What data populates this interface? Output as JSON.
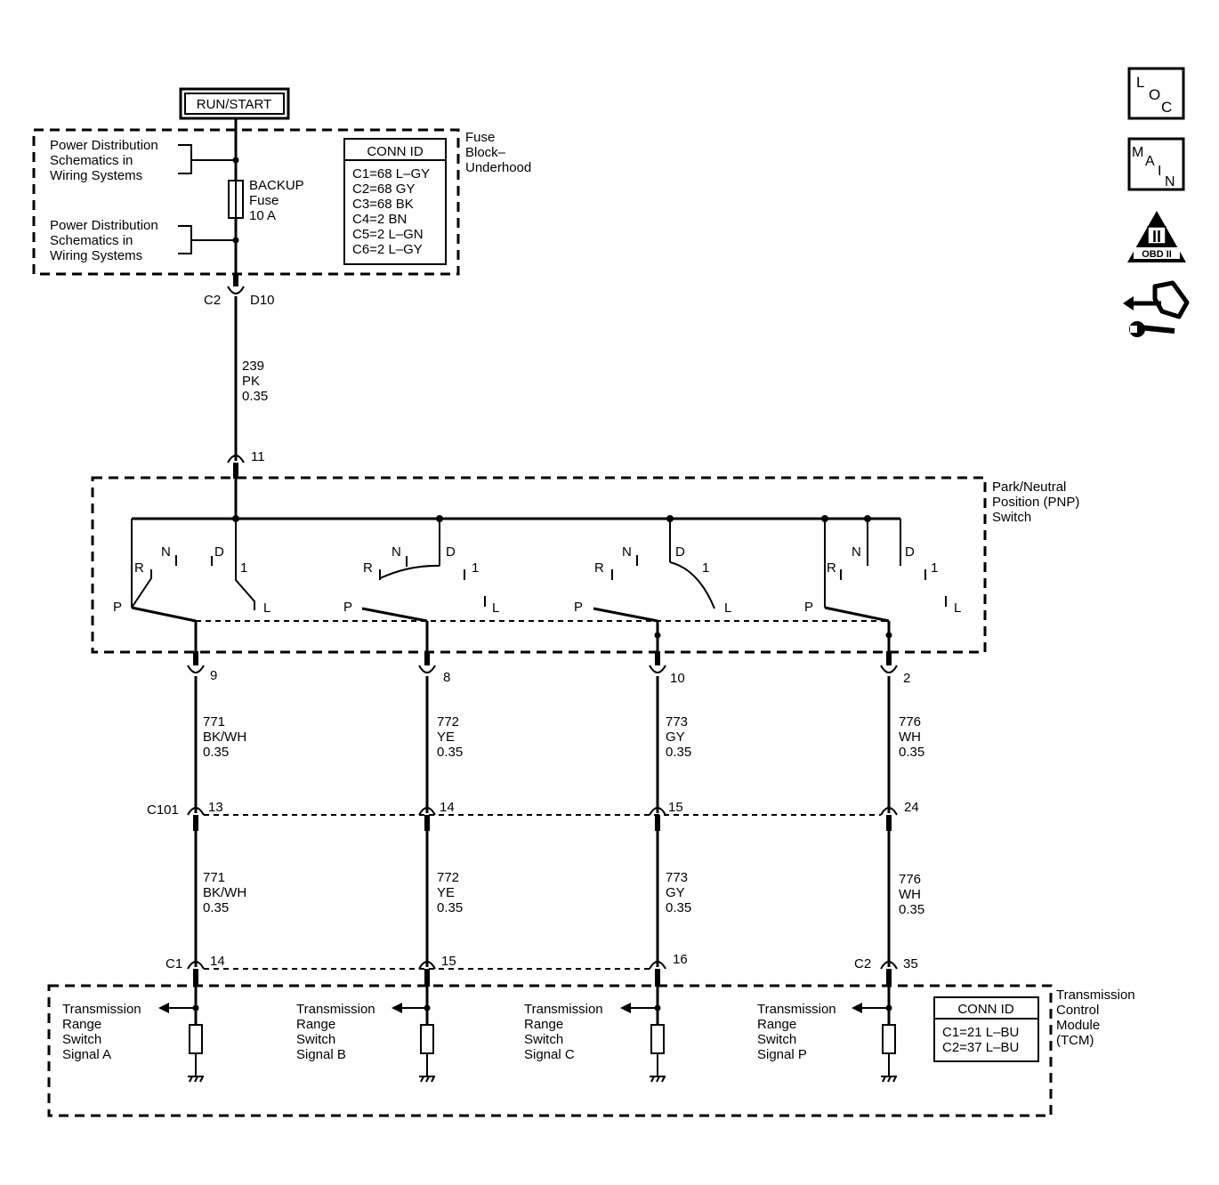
{
  "power_source": {
    "label": "RUN/START"
  },
  "fuse_block": {
    "name_lines": [
      "Fuse",
      "Block–",
      "Underhood"
    ],
    "power_dist_top": [
      "Power Distribution",
      "Schematics in",
      "Wiring Systems"
    ],
    "power_dist_bottom": [
      "Power Distribution",
      "Schematics in",
      "Wiring Systems"
    ],
    "fuse_lines": [
      "BACKUP",
      "Fuse",
      "10 A"
    ],
    "conn_title": "CONN ID",
    "conn_lines": [
      "C1=68 L–GY",
      "C2=68 GY",
      "C3=68 BK",
      "C4=2 BN",
      "C5=2 L–GN",
      "C6=2 L–GY"
    ],
    "connector_left": "C2",
    "connector_right": "D10"
  },
  "feed_wire": {
    "circuit": "239",
    "color": "PK",
    "gauge": "0.35",
    "pin": "11"
  },
  "pnp_switch": {
    "name_lines": [
      "Park/Neutral",
      "Position (PNP)",
      "Switch"
    ],
    "positions": [
      "P",
      "R",
      "N",
      "D",
      "1",
      "L"
    ]
  },
  "signal_wires": [
    {
      "upper_pin": "9",
      "circuit": "771",
      "color": "BK/WH",
      "gauge": "0.35",
      "c101_pin": "13",
      "tcm_pin": "14",
      "signal_lines": [
        "Transmission",
        "Range",
        "Switch",
        "Signal A"
      ]
    },
    {
      "upper_pin": "8",
      "circuit": "772",
      "color": "YE",
      "gauge": "0.35",
      "c101_pin": "14",
      "tcm_pin": "15",
      "signal_lines": [
        "Transmission",
        "Range",
        "Switch",
        "Signal B"
      ]
    },
    {
      "upper_pin": "10",
      "circuit": "773",
      "color": "GY",
      "gauge": "0.35",
      "c101_pin": "15",
      "tcm_pin": "16",
      "signal_lines": [
        "Transmission",
        "Range",
        "Switch",
        "Signal C"
      ]
    },
    {
      "upper_pin": "2",
      "circuit": "776",
      "color": "WH",
      "gauge": "0.35",
      "c101_pin": "24",
      "tcm_pin": "35",
      "signal_lines": [
        "Transmission",
        "Range",
        "Switch",
        "Signal P"
      ]
    }
  ],
  "inline_connector": {
    "label": "C101"
  },
  "tcm": {
    "name_lines": [
      "Transmission",
      "Control",
      "Module",
      "(TCM)"
    ],
    "conn_title": "CONN ID",
    "conn_lines": [
      "C1=21 L–BU",
      "C2=37 L–BU"
    ],
    "connector_c1": "C1",
    "connector_c2": "C2"
  },
  "side_icons": [
    {
      "name": "loc-icon",
      "letters": [
        "L",
        "O",
        "C"
      ]
    },
    {
      "name": "main-icon",
      "letters": [
        "M",
        "A",
        "I",
        "N"
      ]
    },
    {
      "name": "obd-ii-icon",
      "letters": [
        "II",
        "OBD II"
      ]
    },
    {
      "name": "diagnostic-wrench-icon",
      "letters": []
    }
  ]
}
